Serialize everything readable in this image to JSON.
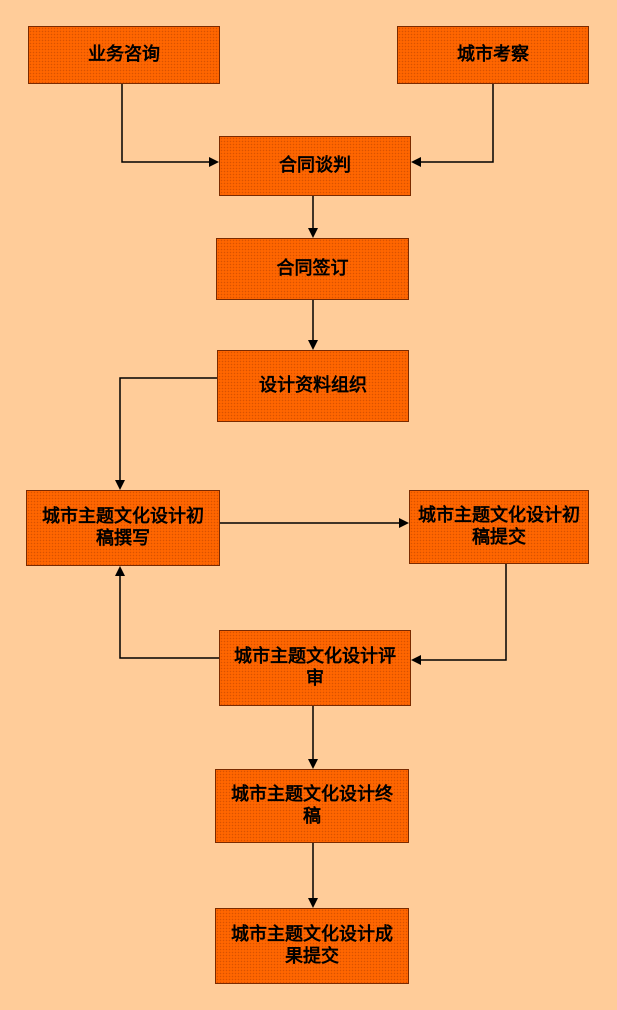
{
  "nodes": {
    "business_consulting": "业务咨询",
    "city_survey": "城市考察",
    "contract_negotiation": "合同谈判",
    "contract_signing": "合同签订",
    "design_data_organization": "设计资料组织",
    "draft_writing": "城市主题文化设计初稿撰写",
    "draft_submission": "城市主题文化设计初稿提交",
    "design_review": "城市主题文化设计评审",
    "final_draft": "城市主题文化设计终稿",
    "result_submission": "城市主题文化设计成果提交"
  },
  "colors": {
    "background": "#FFCC99",
    "node_fill": "#FF6600",
    "text": "#000000",
    "line": "#000000"
  }
}
